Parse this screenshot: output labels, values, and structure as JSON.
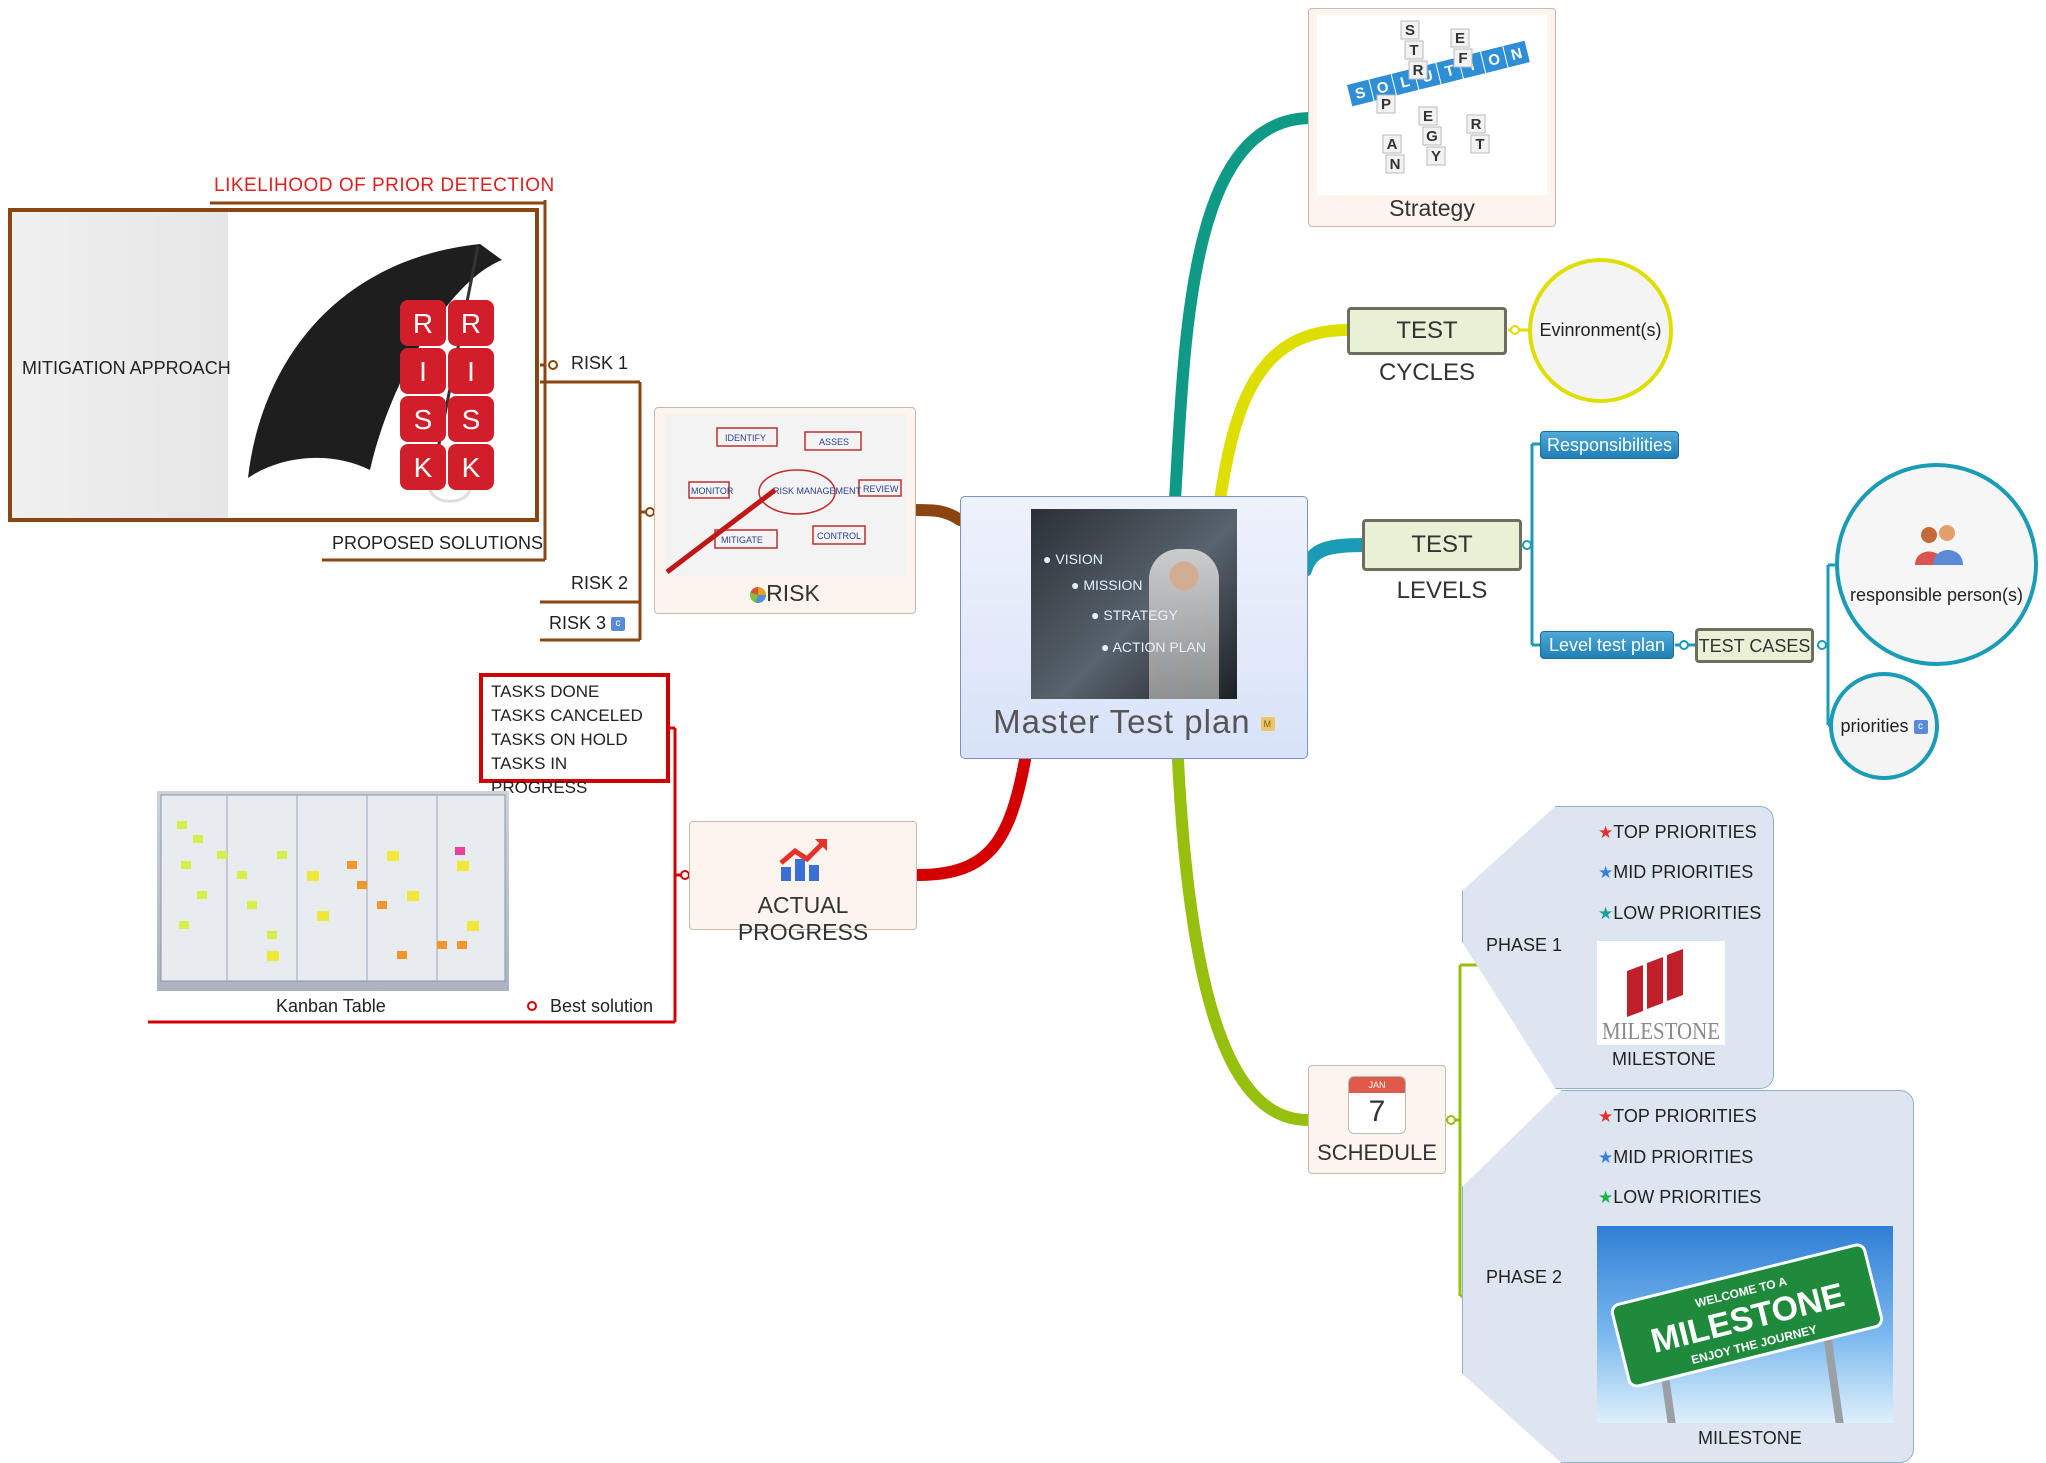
{
  "central": {
    "title": "Master Test plan",
    "image_lines": [
      "VISION",
      "MISSION",
      "STRATEGY",
      "ACTION PLAN"
    ]
  },
  "strategy": {
    "label": "Strategy",
    "tiles_across": [
      "S",
      "O",
      "L",
      "U",
      "T",
      "I",
      "O",
      "N"
    ],
    "tiles_down_1": [
      "S",
      "T",
      "R",
      "A",
      "T",
      "E",
      "G",
      "Y"
    ],
    "tiles_down_2": [
      "E",
      "F",
      "F",
      "O",
      "R",
      "T"
    ],
    "tiles_down_3": [
      "P",
      "L",
      "A",
      "N"
    ]
  },
  "test_cycles": {
    "label": "TEST CYCLES",
    "child": "Evinronment(s)"
  },
  "test_levels": {
    "label": "TEST LEVELS",
    "responsibilities": "Responsibilities",
    "level_test_plan": "Level test plan",
    "test_cases": "TEST CASES",
    "responsible": "responsible person(s)",
    "priorities": "priorities"
  },
  "schedule": {
    "label": "SCHEDULE",
    "calendar_month": "JAN",
    "calendar_day": "7",
    "phase1": {
      "label": "PHASE 1",
      "items": [
        "TOP PRIORITIES",
        "MID PRIORITIES",
        "LOW PRIORITIES"
      ],
      "milestone_logo": "MILESTONE",
      "milestone_caption": "MILESTONE"
    },
    "phase2": {
      "label": "PHASE 2",
      "items": [
        "TOP PRIORITIES",
        "MID PRIORITIES",
        "LOW PRIORITIES"
      ],
      "sign_top": "WELCOME TO A",
      "sign_main": "MILESTONE",
      "sign_bottom": "ENJOY THE JOURNEY",
      "milestone_caption": "MILESTONE"
    }
  },
  "risk": {
    "label": "RISK",
    "diagram_words": [
      "IDENTIFY",
      "ASSES",
      "MONITOR",
      "RISK MANAGEMENT",
      "REVIEW",
      "MITIGATE",
      "CONTROL"
    ],
    "risk1": "RISK 1",
    "risk2": "RISK 2",
    "risk3": "RISK 3",
    "likelihood": "LIKELIHOOD OF PRIOR DETECTION",
    "mitigation": "MITIGATION APPROACH",
    "proposed": "PROPOSED SOLUTIONS",
    "dice_left": [
      "R",
      "I",
      "S",
      "K"
    ],
    "dice_right": [
      "R",
      "I",
      "S",
      "K"
    ]
  },
  "progress": {
    "label": "ACTUAL PROGRESS",
    "tasks": [
      "TASKS DONE",
      "TASKS CANCELED",
      "TASKS ON HOLD",
      "TASKS IN PROGRESS"
    ],
    "kanban": "Kanban Table",
    "best": "Best solution"
  },
  "colors": {
    "strategy_branch": "#0f9a86",
    "cycles_branch": "#e0e000",
    "levels_branch": "#1a9bb6",
    "schedule_branch": "#97bf0d",
    "risk_branch": "#8a4510",
    "progress_branch": "#d40000"
  }
}
